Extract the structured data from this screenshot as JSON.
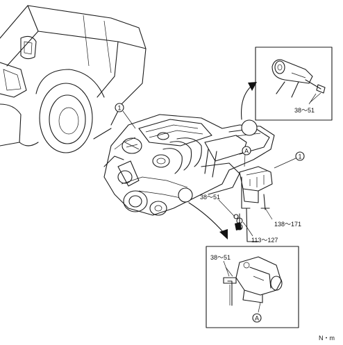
{
  "callouts": {
    "part_number": "1",
    "reference_letter": "A",
    "unit": "N・m"
  },
  "torque_specs": {
    "upper_detail_bolt": "38〜51",
    "mount_bolt": "38〜51",
    "lower_detail_bolt": "38〜51",
    "bracket_bolt": "138〜171",
    "mount_nut": "113〜127"
  },
  "colors": {
    "line": "#1a1a1a",
    "background": "#ffffff"
  }
}
